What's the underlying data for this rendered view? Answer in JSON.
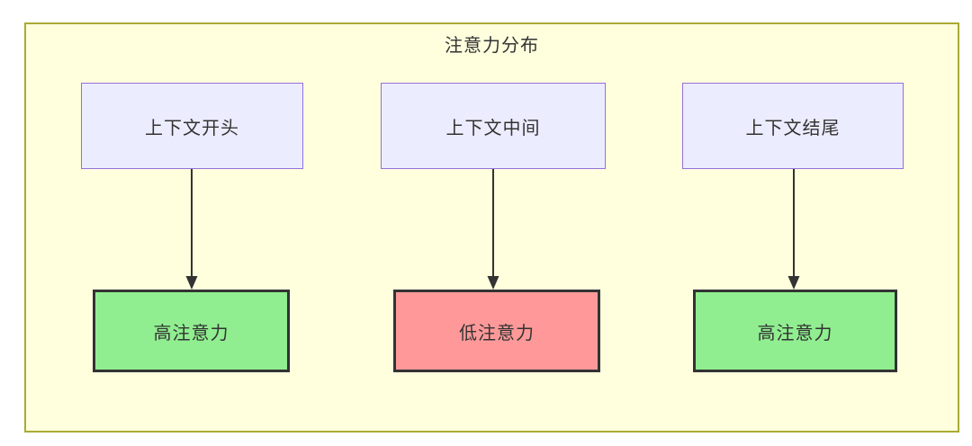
{
  "diagram": {
    "title": "注意力分布",
    "container": {
      "fill": "#FFFFDE",
      "stroke": "#AAAA33"
    },
    "node_styles": {
      "context": {
        "fill": "#ECECFF",
        "stroke": "#9370DB",
        "text": "#333333"
      },
      "high_attention": {
        "fill": "#90EE90",
        "stroke": "#333333",
        "text": "#333333"
      },
      "low_attention": {
        "fill": "#FF9999",
        "stroke": "#333333",
        "text": "#333333"
      }
    },
    "arrow_color": "#333333",
    "columns": [
      {
        "top": {
          "label": "上下文开头"
        },
        "bottom": {
          "label": "高注意力",
          "level": "high"
        }
      },
      {
        "top": {
          "label": "上下文中间"
        },
        "bottom": {
          "label": "低注意力",
          "level": "low"
        }
      },
      {
        "top": {
          "label": "上下文结尾"
        },
        "bottom": {
          "label": "高注意力",
          "level": "high"
        }
      }
    ]
  }
}
